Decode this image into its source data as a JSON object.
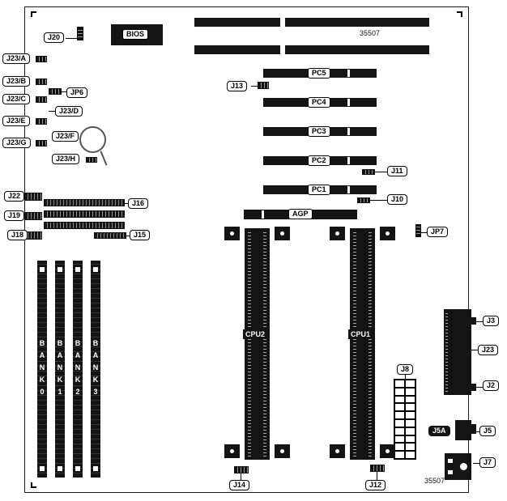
{
  "diagram": {
    "type": "motherboard-layout",
    "part_number_top": "35507",
    "part_number_bottom": "35507"
  },
  "chips": {
    "bios": "BIOS"
  },
  "callouts": {
    "j20": "J20",
    "j23a": "J23/A",
    "j23b": "J23/B",
    "j23c": "J23/C",
    "j23e": "J23/E",
    "j23g": "J23/G",
    "jp6": "JP6",
    "j23d": "J23/D",
    "j23f": "J23/F",
    "j23h": "J23/H",
    "j22": "J22",
    "j19": "J19",
    "j18": "J18",
    "j16": "J16",
    "j15": "J15",
    "j13": "J13",
    "j11": "J11",
    "j10": "J10",
    "jp7": "JP7",
    "j8": "J8",
    "j3": "J3",
    "j23": "J23",
    "j2": "J2",
    "j5a": "J5A",
    "j5": "J5",
    "j7": "J7",
    "j14": "J14",
    "j12": "J12"
  },
  "slots": {
    "pci": [
      "PC5",
      "PC4",
      "PC3",
      "PC2",
      "PC1"
    ],
    "agp": "AGP",
    "cpu": [
      "CPU2",
      "CPU1"
    ],
    "memory_banks": [
      "BANK0",
      "BANK1",
      "BANK2",
      "BANK3"
    ]
  }
}
